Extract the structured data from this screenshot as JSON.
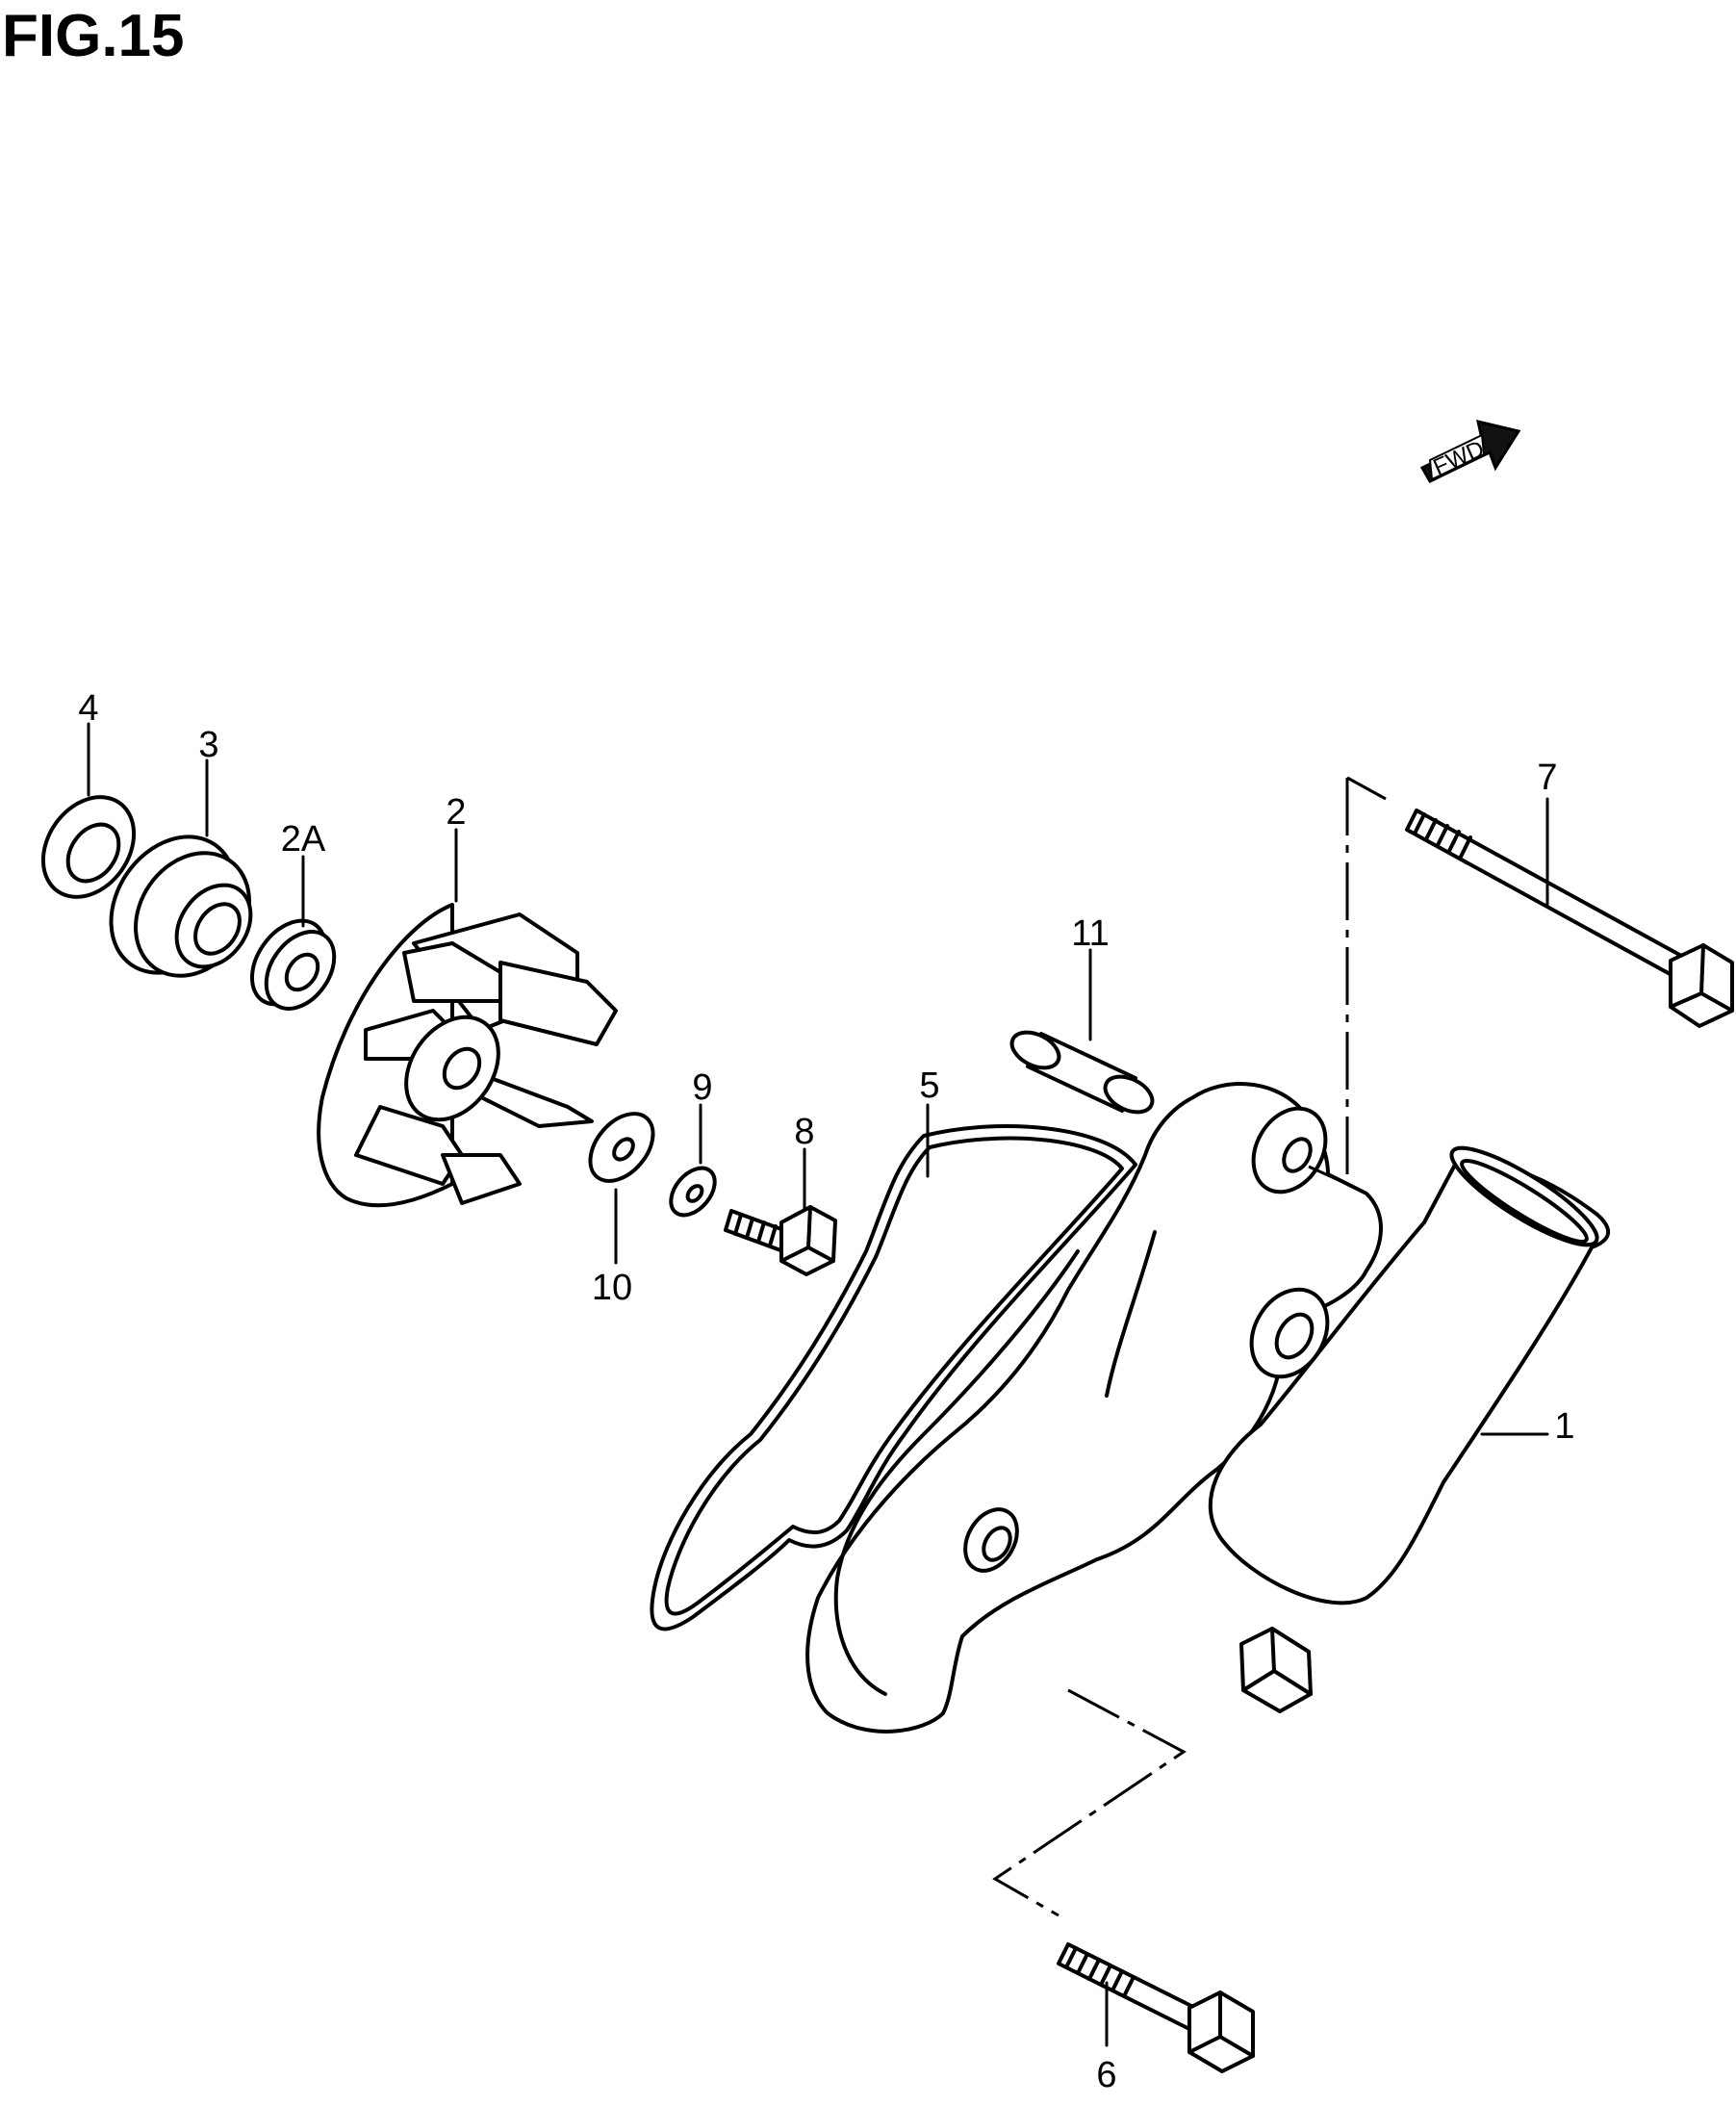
{
  "figure": {
    "title": "FIG.15"
  },
  "fwd_badge": {
    "label": "FWD"
  },
  "callouts": [
    "4",
    "3",
    "2A",
    "2",
    "11",
    "7",
    "9",
    "8",
    "5",
    "10",
    "1",
    "6"
  ]
}
